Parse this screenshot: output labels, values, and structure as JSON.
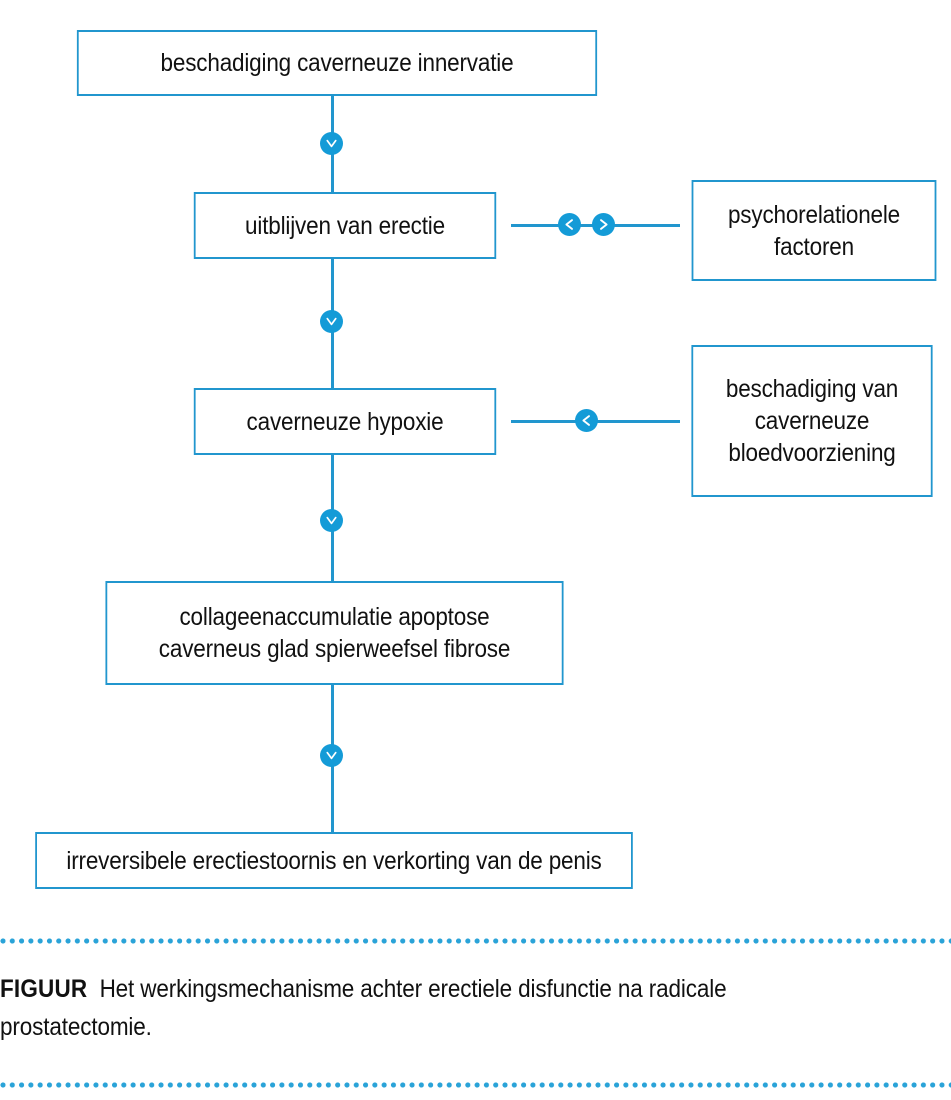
{
  "figure": {
    "accent_color": "#2196CE",
    "badge_color": "#149BD7",
    "text_color": "#111111",
    "background": "#ffffff",
    "nodes": [
      {
        "id": "innervatie",
        "label": "beschadiging caverneuze innervatie"
      },
      {
        "id": "erectie",
        "label": "uitblijven van erectie"
      },
      {
        "id": "psycho",
        "label": "psychorelationele\nfactoren"
      },
      {
        "id": "hypoxie",
        "label": "caverneuze hypoxie"
      },
      {
        "id": "bloed",
        "label": "beschadiging van\ncaverneuze\nbloedvoorziening"
      },
      {
        "id": "collageen",
        "label": "collageenaccumulatie apoptose\ncaverneus glad spierweefsel fibrose"
      },
      {
        "id": "irreversibel",
        "label": "irreversibele erectiestoornis en verkorting van de penis"
      }
    ],
    "edges": [
      {
        "from": "innervatie",
        "to": "erectie",
        "direction": "down",
        "marker": "chevron-down-icon"
      },
      {
        "from": "erectie",
        "to": "hypoxie",
        "direction": "down",
        "marker": "chevron-down-icon"
      },
      {
        "from": "hypoxie",
        "to": "collageen",
        "direction": "down",
        "marker": "chevron-down-icon"
      },
      {
        "from": "collageen",
        "to": "irreversibel",
        "direction": "down",
        "marker": "chevron-down-icon"
      },
      {
        "from": "erectie",
        "to": "psycho",
        "direction": "bidirectional",
        "marker": "chevron-left-icon + chevron-right-icon"
      },
      {
        "from": "bloed",
        "to": "hypoxie",
        "direction": "left",
        "marker": "chevron-left-icon"
      }
    ]
  },
  "caption": {
    "label": "FIGUUR",
    "text": "Het werkingsmechanisme achter erectiele disfunctie na radicale prostatectomie."
  }
}
